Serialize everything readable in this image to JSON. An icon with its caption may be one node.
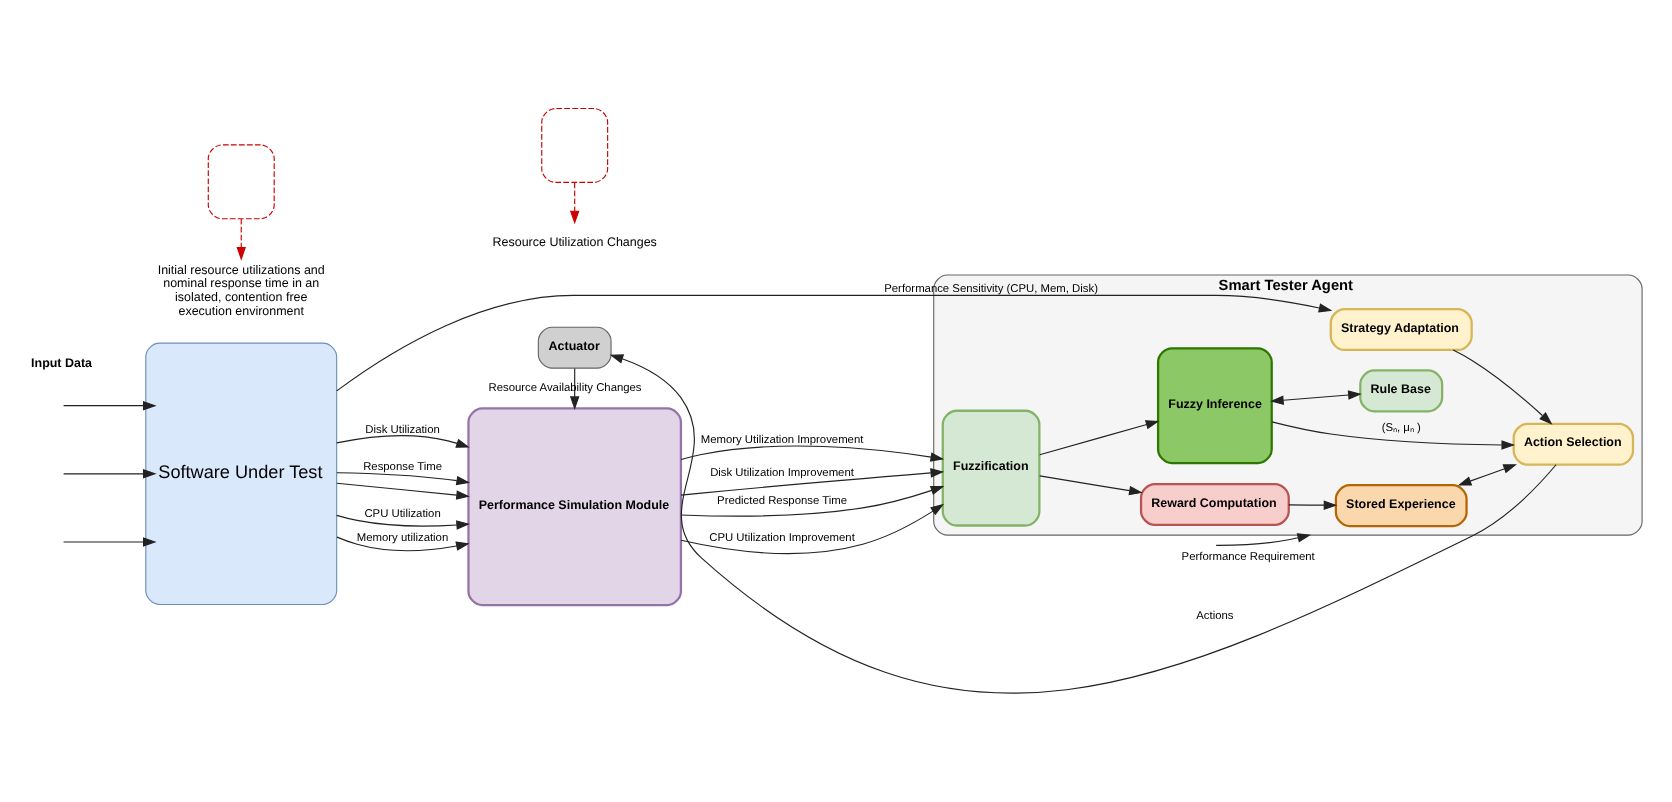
{
  "diagram": {
    "nodes": [
      {
        "text": [
          "Software Under Test"
        ]
      },
      {
        "text": [
          "Actuator"
        ]
      },
      {
        "text": [
          "Performance Simulation Module"
        ]
      },
      {
        "text": [
          "Smart Tester Agent"
        ]
      },
      {
        "text": [
          "Reward Computation"
        ],
        "in": 3
      },
      {
        "text": [
          "Fuzzification"
        ],
        "in": 3
      },
      {
        "text": [
          "Fuzzy Inference"
        ],
        "in": 3
      },
      {
        "text": [
          "Rule Base"
        ],
        "in": 3
      },
      {
        "text": [
          "Stored Experience"
        ],
        "in": 3
      },
      {
        "text": [
          "Action Selection"
        ],
        "in": 3
      },
      {
        "text": [
          "Strategy Adaptation"
        ],
        "in": 3
      },
      {
        "text": [
          "Initial resource utilizations and nominal response time in an isolated, contention free execution environment"
        ]
      },
      {
        "text": [],
        "shape": "box"
      },
      {
        "text": [
          "Resource Utilization Changes"
        ]
      },
      {
        "text": [],
        "shape": "box"
      }
    ],
    "edges": [
      {
        "from": 0,
        "to": 2,
        "arrow": "to",
        "label": "CPU Utilization"
      },
      {
        "from": 0,
        "to": 2,
        "arrow": "to",
        "label": "Memory utilization"
      },
      {
        "from": 0,
        "to": 2,
        "arrow": "to",
        "label": "Disk Utilization"
      },
      {
        "from": 0,
        "to": 2,
        "arrow": "to",
        "label": "Response Time"
      },
      {
        "from": 1,
        "to": 2,
        "arrow": "to",
        "label": "Resource Availability Changes"
      },
      {
        "from": 2,
        "to": 5,
        "arrow": "to",
        "label": "CPU Utilization Improvement"
      },
      {
        "from": 2,
        "to": 5,
        "arrow": "to",
        "label": "Memory Utilization Improvement"
      },
      {
        "from": 2,
        "to": 5,
        "arrow": "to",
        "label": "Disk Utilization Improvement"
      },
      {
        "from": 2,
        "to": 5,
        "arrow": "to",
        "label": "Predicted Response Time"
      },
      {
        "from": 0,
        "to": 2,
        "arrow": "to"
      },
      {
        "from": 0,
        "to": 10,
        "arrow": "to",
        "label": "Performance Sensitivity (CPU, Mem, Disk)"
      },
      {
        "from": 9,
        "to": 1,
        "arrow": "to",
        "label": "Actions"
      },
      {
        "from": 5,
        "to": 4,
        "arrow": "to"
      },
      {
        "from": 5,
        "to": 6,
        "arrow": "to"
      },
      {
        "from": 6,
        "to": 9,
        "arrow": "to",
        "label": "(Sₙ, μₙ )"
      },
      {
        "from": 6,
        "to": 7,
        "arrow": "both"
      },
      {
        "from": 8,
        "to": 9,
        "arrow": "both"
      },
      {
        "from": 10,
        "to": 9,
        "arrow": "to"
      },
      {
        "from": 4,
        "to": 8,
        "arrow": "to"
      },
      {
        "from": null,
        "to": 3,
        "arrow": "to",
        "label": "Performance Requirement"
      },
      {
        "from": 12,
        "to": 11,
        "arrow": "to",
        "style": "dashed",
        "color": "#cc0000"
      },
      {
        "from": 14,
        "to": 13,
        "arrow": "to",
        "style": "dashed",
        "color": "#cc0000"
      },
      {
        "from": null,
        "to": 0,
        "arrow": "to"
      },
      {
        "from": null,
        "to": 0,
        "arrow": "to"
      },
      {
        "from": null,
        "to": 0,
        "arrow": "to"
      }
    ],
    "labels": [
      "Input Data"
    ]
  }
}
